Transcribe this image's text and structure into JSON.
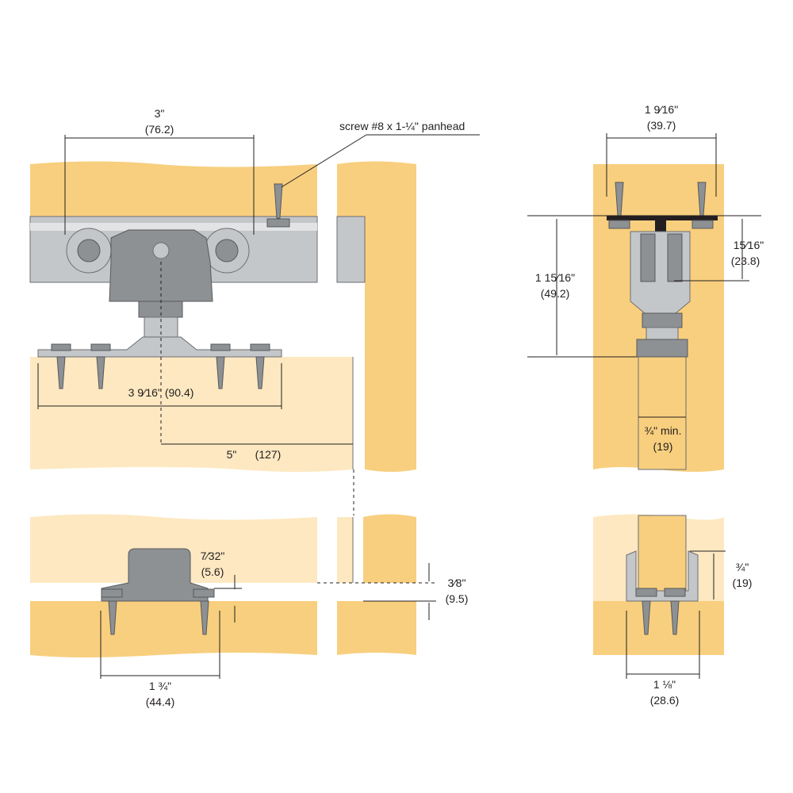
{
  "labels": {
    "roller_spacing": "3\"",
    "roller_spacing_mm": "(76.2)",
    "screw_spec": "screw #8 x 1-¼\" panhead",
    "plate_width": "3 9⁄16\" (90.4)",
    "offset_from_edge": "5\"",
    "offset_from_edge_mm": "(127)",
    "guide_height": "7⁄32\"",
    "guide_height_mm": "(5.6)",
    "door_gap": "3⁄8\"",
    "door_gap_mm": "(9.5)",
    "guide_screw_spacing": "1 ¾\"",
    "guide_screw_spacing_mm": "(44.4)",
    "track_width": "1 9⁄16\"",
    "track_width_mm": "(39.7)",
    "track_to_door": "1 15⁄16\"",
    "track_to_door_mm": "(49.2)",
    "track_depth": "15⁄16\"",
    "track_depth_mm": "(23.8)",
    "door_thickness": "¾\" min.",
    "door_thickness_mm": "(19)",
    "guide_channel_height": "¾\"",
    "guide_channel_height_mm": "(19)",
    "guide_channel_width": "1 ⅛\"",
    "guide_channel_width_mm": "(28.6)"
  },
  "colors": {
    "wood": "#f8cf7e",
    "wood_light": "#fde8c1",
    "metal": "#c4c7ca",
    "metal_dark": "#8d9194",
    "line": "#231f20"
  }
}
